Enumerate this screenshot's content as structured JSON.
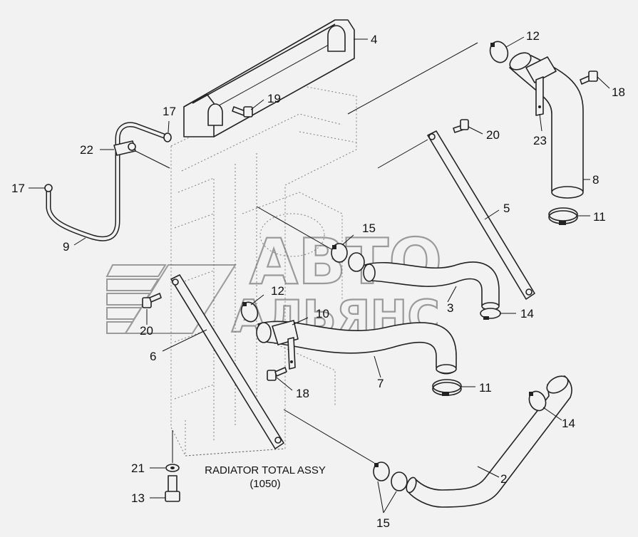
{
  "diagram": {
    "caption_line1": "RADIATOR TOTAL ASSY",
    "caption_line2": "(1050)",
    "watermark_line1": "АВТО",
    "watermark_line2": "АЛЬЯНС",
    "callouts": [
      {
        "id": "c4",
        "label": "4"
      },
      {
        "id": "c12a",
        "label": "12"
      },
      {
        "id": "c18a",
        "label": "18"
      },
      {
        "id": "c19",
        "label": "19"
      },
      {
        "id": "c17a",
        "label": "17"
      },
      {
        "id": "c20a",
        "label": "20"
      },
      {
        "id": "c22",
        "label": "22"
      },
      {
        "id": "c23",
        "label": "23"
      },
      {
        "id": "c8",
        "label": "8"
      },
      {
        "id": "c17b",
        "label": "17"
      },
      {
        "id": "c11a",
        "label": "11"
      },
      {
        "id": "c5",
        "label": "5"
      },
      {
        "id": "c9",
        "label": "9"
      },
      {
        "id": "c15a",
        "label": "15"
      },
      {
        "id": "c12b",
        "label": "12"
      },
      {
        "id": "c10",
        "label": "10"
      },
      {
        "id": "c3",
        "label": "3"
      },
      {
        "id": "c14a",
        "label": "14"
      },
      {
        "id": "c20b",
        "label": "20"
      },
      {
        "id": "c6",
        "label": "6"
      },
      {
        "id": "c7",
        "label": "7"
      },
      {
        "id": "c18b",
        "label": "18"
      },
      {
        "id": "c11b",
        "label": "11"
      },
      {
        "id": "c14b",
        "label": "14"
      },
      {
        "id": "c21",
        "label": "21"
      },
      {
        "id": "c2",
        "label": "2"
      },
      {
        "id": "c13",
        "label": "13"
      },
      {
        "id": "c15b",
        "label": "15"
      }
    ]
  }
}
